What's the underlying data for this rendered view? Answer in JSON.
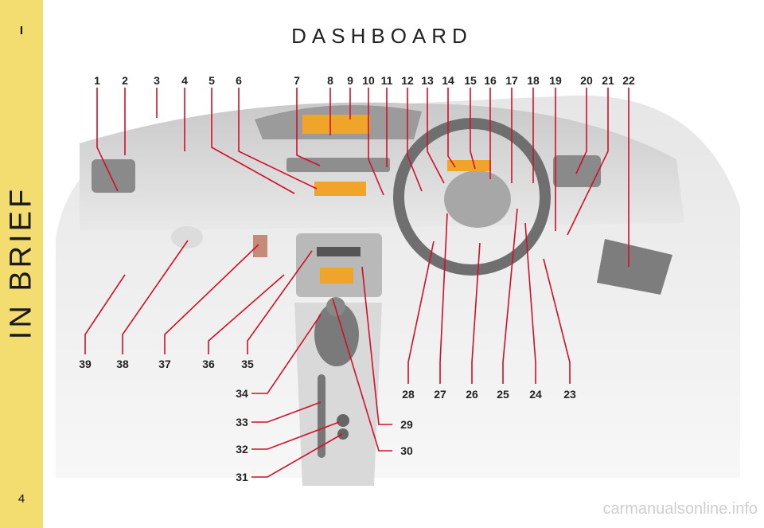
{
  "sidebar": {
    "section_mark": "I",
    "title": "IN BRIEF",
    "page_number": "4"
  },
  "page": {
    "title": "DASHBOARD"
  },
  "callouts": {
    "n1": "1",
    "n2": "2",
    "n3": "3",
    "n4": "4",
    "n5": "5",
    "n6": "6",
    "n7": "7",
    "n8": "8",
    "n9": "9",
    "n10": "10",
    "n11": "11",
    "n12": "12",
    "n13": "13",
    "n14": "14",
    "n15": "15",
    "n16": "16",
    "n17": "17",
    "n18": "18",
    "n19": "19",
    "n20": "20",
    "n21": "21",
    "n22": "22",
    "n23": "23",
    "n24": "24",
    "n25": "25",
    "n26": "26",
    "n27": "27",
    "n28": "28",
    "n29": "29",
    "n30": "30",
    "n31": "31",
    "n32": "32",
    "n33": "33",
    "n34": "34",
    "n35": "35",
    "n36": "36",
    "n37": "37",
    "n38": "38",
    "n39": "39"
  },
  "watermark": "carmanualsonline.info",
  "colors": {
    "sidebar": "#f3dc70",
    "leader": "#d0102a",
    "display": "#f0a42a"
  }
}
